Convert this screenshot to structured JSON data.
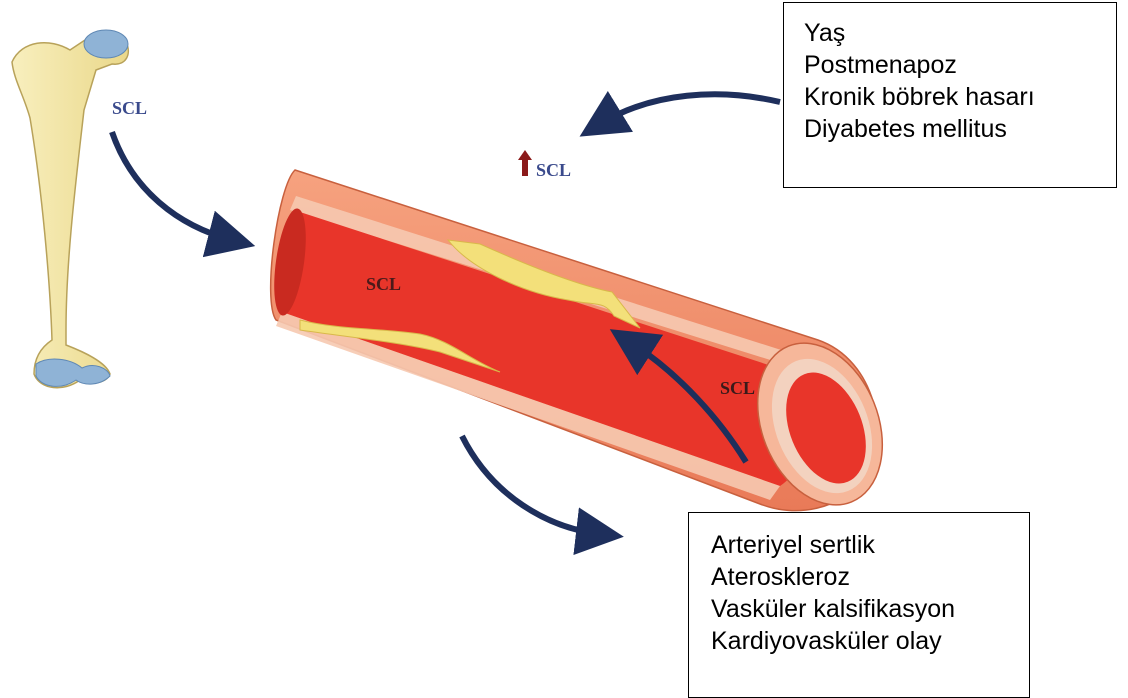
{
  "labels": {
    "bone_scl": "SCL",
    "elevated_scl": "SCL",
    "lumen_scl": "SCL",
    "plaque_scl": "SCL"
  },
  "risk_factors": [
    "Yaş",
    "Postmenapoz",
    "Kronik böbrek hasarı",
    "Diyabetes mellitus"
  ],
  "outcomes": [
    "Arteriyel sertlik",
    "Ateroskleroz",
    "Vasküler kalsifikasyon",
    "Kardiyovasküler olay"
  ],
  "colors": {
    "arrow": "#1e2f5c",
    "bone": "#f4e7a6",
    "cartilage": "#8fb3d6",
    "vessel_wall": "#f08c6a",
    "lumen": "#e8352a",
    "plaque": "#f3e07a",
    "up_arrow": "#8b1a1a"
  }
}
